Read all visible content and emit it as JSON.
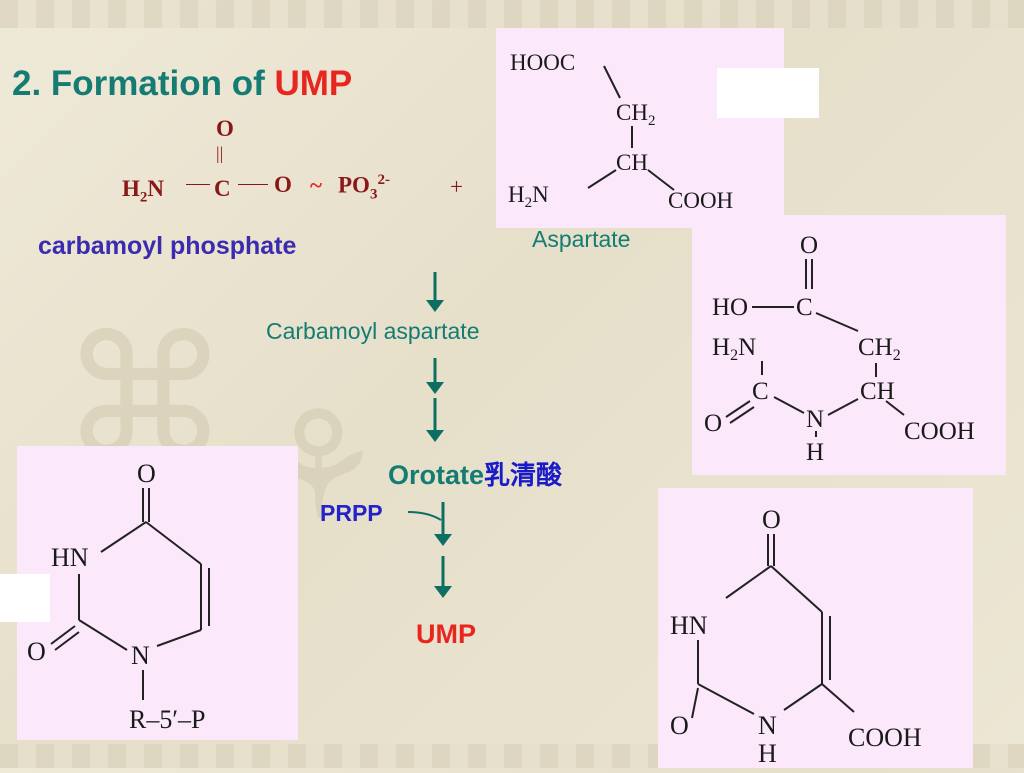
{
  "slide": {
    "title_prefix": "2. Formation of ",
    "title_highlight": "UMP"
  },
  "carbamoyl_phosphate": {
    "o_top": "O",
    "double_bond": "||",
    "formula_h2n": "H",
    "formula_sub2": "2",
    "formula_n": "N",
    "formula_c": "C",
    "formula_o": "O",
    "tilde": "~",
    "formula_po": "PO",
    "formula_sub3": "3",
    "formula_charge": "2-",
    "plus": "+",
    "label": "carbamoyl phosphate"
  },
  "aspartate": {
    "label": "Aspartate",
    "struct": {
      "hooc": "HOOC",
      "ch2": "CH",
      "ch2_sub": "2",
      "ch": "CH",
      "h2n": "H",
      "h2n_sub": "2",
      "h2n_n": "N",
      "cooh": "COOH"
    }
  },
  "carbamoyl_aspartate": {
    "label": "Carbamoyl aspartate",
    "struct": {
      "o_top": "O",
      "ho": "HO",
      "c_top": "C",
      "h2n": "H",
      "h2n_sub": "2",
      "h2n_n": "N",
      "ch2": "CH",
      "ch2_sub": "2",
      "o_left": "O",
      "c_left": "C",
      "n": "N",
      "h": "H",
      "ch": "CH",
      "cooh": "COOH"
    }
  },
  "orotate": {
    "label": "Orotate",
    "label_cn": "乳清酸",
    "struct": {
      "o_top": "O",
      "hn": "HN",
      "o_left": "O",
      "n": "N",
      "h": "H",
      "cooh": "COOH"
    }
  },
  "prpp": {
    "label": "PRPP"
  },
  "ump": {
    "label": "UMP",
    "struct": {
      "o_top": "O",
      "hn": "HN",
      "o_left": "O",
      "n": "N",
      "r5p": "R–5′–P"
    }
  },
  "colors": {
    "title": "#147c73",
    "highlight": "#e8251f",
    "arrow": "#0d6e62",
    "panel": "#fbe8fb",
    "cp_label": "#3b2bb0",
    "prpp": "#2323c8"
  }
}
